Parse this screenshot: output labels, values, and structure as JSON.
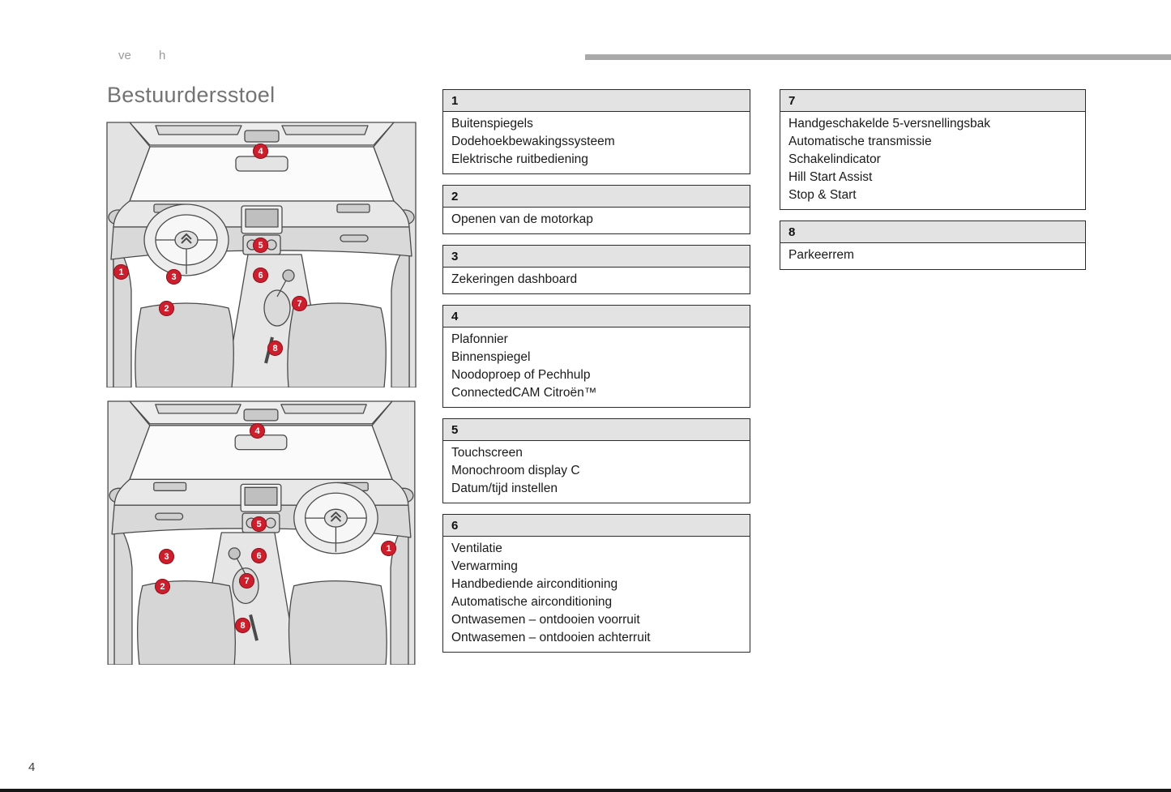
{
  "header": {
    "fragments": [
      "ve",
      "h"
    ]
  },
  "page": {
    "title": "Bestuurdersstoel",
    "page_number": "4"
  },
  "legend_middle": [
    {
      "number": "1",
      "items": [
        "Buitenspiegels",
        "Dodehoekbewakingssysteem",
        "Elektrische ruitbediening"
      ]
    },
    {
      "number": "2",
      "items": [
        "Openen van de motorkap"
      ]
    },
    {
      "number": "3",
      "items": [
        "Zekeringen dashboard"
      ]
    },
    {
      "number": "4",
      "items": [
        "Plafonnier",
        "Binnenspiegel",
        "Noodoproep of Pechhulp",
        "ConnectedCAM Citroën™"
      ]
    },
    {
      "number": "5",
      "items": [
        "Touchscreen",
        "Monochroom display C",
        "Datum/tijd instellen"
      ]
    },
    {
      "number": "6",
      "items": [
        "Ventilatie",
        "Verwarming",
        "Handbediende airconditioning",
        "Automatische airconditioning",
        "Ontwasemen – ontdooien voorruit",
        "Ontwasemen – ontdooien achterruit"
      ]
    }
  ],
  "legend_right": [
    {
      "number": "7",
      "items": [
        "Handgeschakelde 5-versnellingsbak",
        "Automatische transmissie",
        "Schakelindicator",
        "Hill Start Assist",
        "Stop & Start"
      ]
    },
    {
      "number": "8",
      "items": [
        "Parkeerrem"
      ]
    }
  ],
  "markers": {
    "front": [
      "1",
      "2",
      "3",
      "4",
      "5",
      "6",
      "7",
      "8"
    ],
    "rear": [
      "1",
      "2",
      "3",
      "4",
      "5",
      "6",
      "7",
      "8"
    ]
  },
  "colors": {
    "marker_red": "#cc1f2d",
    "table_header_bg": "#e3e3e3",
    "accent_bar_gray": "#a9a9a9"
  }
}
